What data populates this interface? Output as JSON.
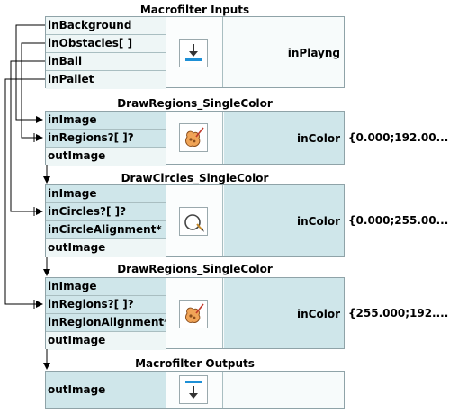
{
  "inputs": {
    "title": "Macrofilter Inputs",
    "ports": [
      "inBackground",
      "inObstacles[ ]",
      "inBall",
      "inPallet"
    ],
    "param_label": "inPlayng",
    "icon": "input-arrow-icon"
  },
  "filter1": {
    "title": "DrawRegions_SingleColor",
    "ports": [
      "inImage",
      "inRegions?[ ]?",
      "outImage"
    ],
    "param_label": "inColor",
    "value": "{0.000;192.00...",
    "icon": "paint-palette-icon"
  },
  "filter2": {
    "title": "DrawCircles_SingleColor",
    "ports": [
      "inImage",
      "inCircles?[ ]?",
      "inCircleAlignment*",
      "outImage"
    ],
    "param_label": "inColor",
    "value": "{0.000;255.00...",
    "icon": "draw-circle-icon"
  },
  "filter3": {
    "title": "DrawRegions_SingleColor",
    "ports": [
      "inImage",
      "inRegions?[ ]?",
      "inRegionAlignment*",
      "outImage"
    ],
    "param_label": "inColor",
    "value": "{255.000;192....",
    "icon": "paint-palette-icon"
  },
  "outputs": {
    "title": "Macrofilter Outputs",
    "ports": [
      "outImage"
    ],
    "icon": "output-arrow-icon"
  }
}
